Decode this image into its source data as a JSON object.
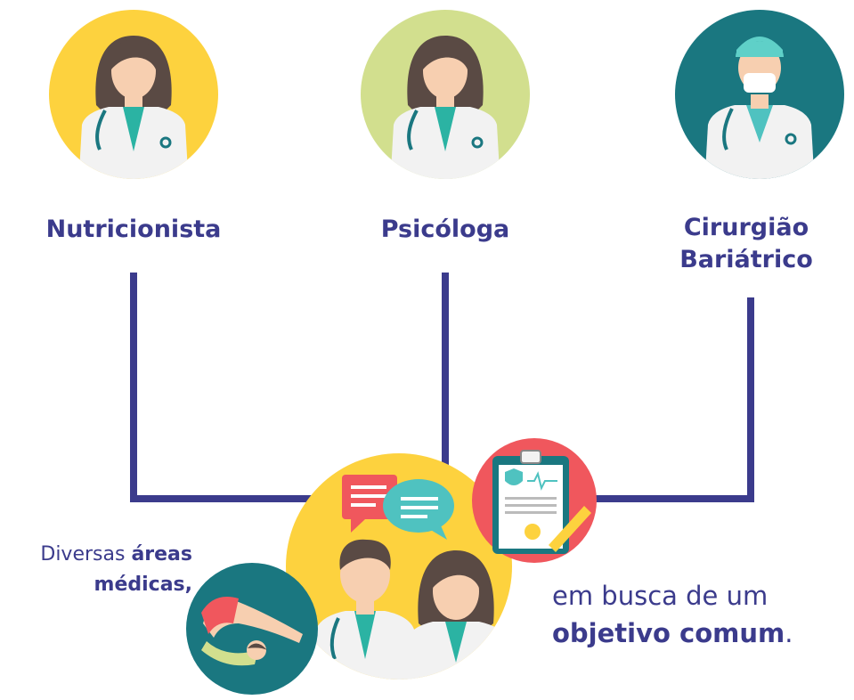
{
  "roles": [
    {
      "label_lines": [
        "Nutricionista"
      ]
    },
    {
      "label_lines": [
        "Psicóloga"
      ]
    },
    {
      "label_lines": [
        "Cirurgião",
        "Bariátrico"
      ]
    }
  ],
  "caption_left": {
    "part1": "Diversas ",
    "part2": "áreas",
    "part3": "médicas",
    "part4": ","
  },
  "caption_right": {
    "line1": "em busca de um",
    "line2_bold": "objetivo comum",
    "line2_end": "."
  },
  "colors": {
    "navy": "#3b3b8c",
    "yellow": "#fdd23e",
    "light_green": "#d2df8e",
    "teal": "#1a7780",
    "coral": "#f0575d",
    "skin": "#f7cfb0",
    "hair": "#5a4a44"
  }
}
